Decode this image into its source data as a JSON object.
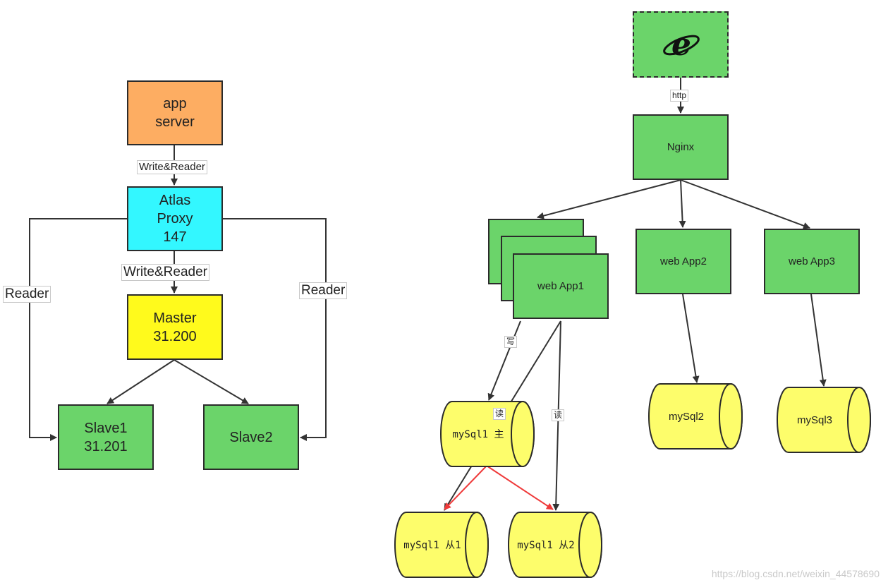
{
  "colors": {
    "orange": "#fdad62",
    "cyan": "#33f7ff",
    "yellow": "#fffa1c",
    "green": "#6bd46a",
    "cylinder": "#fdfd6b",
    "line": "#333333",
    "replication": "#ef3a3a"
  },
  "left": {
    "app_server": "app\nserver",
    "atlas_proxy": "Atlas\nProxy\n147",
    "master": "Master\n31.200",
    "slave1": "Slave1\n31.201",
    "slave2": "Slave2",
    "edge_app_atlas": "Write&Reader",
    "edge_atlas_master": "Write&Reader",
    "edge_reader_left": "Reader",
    "edge_reader_right": "Reader"
  },
  "right": {
    "browser_icon": "ie-browser-icon",
    "edge_http": "http",
    "nginx": "Nginx",
    "web_app1": "web App1",
    "web_app2": "web App2",
    "web_app3": "web App3",
    "edge_write": "写",
    "edge_read1": "读",
    "edge_read2": "读",
    "mysql1_master": "mySql1 主",
    "mysql1_slave1": "mySql1 从1",
    "mysql1_slave2": "mySql1 从2",
    "mysql2": "mySql2",
    "mysql3": "mySql3"
  },
  "watermark": "https://blog.csdn.net/weixin_44578690"
}
